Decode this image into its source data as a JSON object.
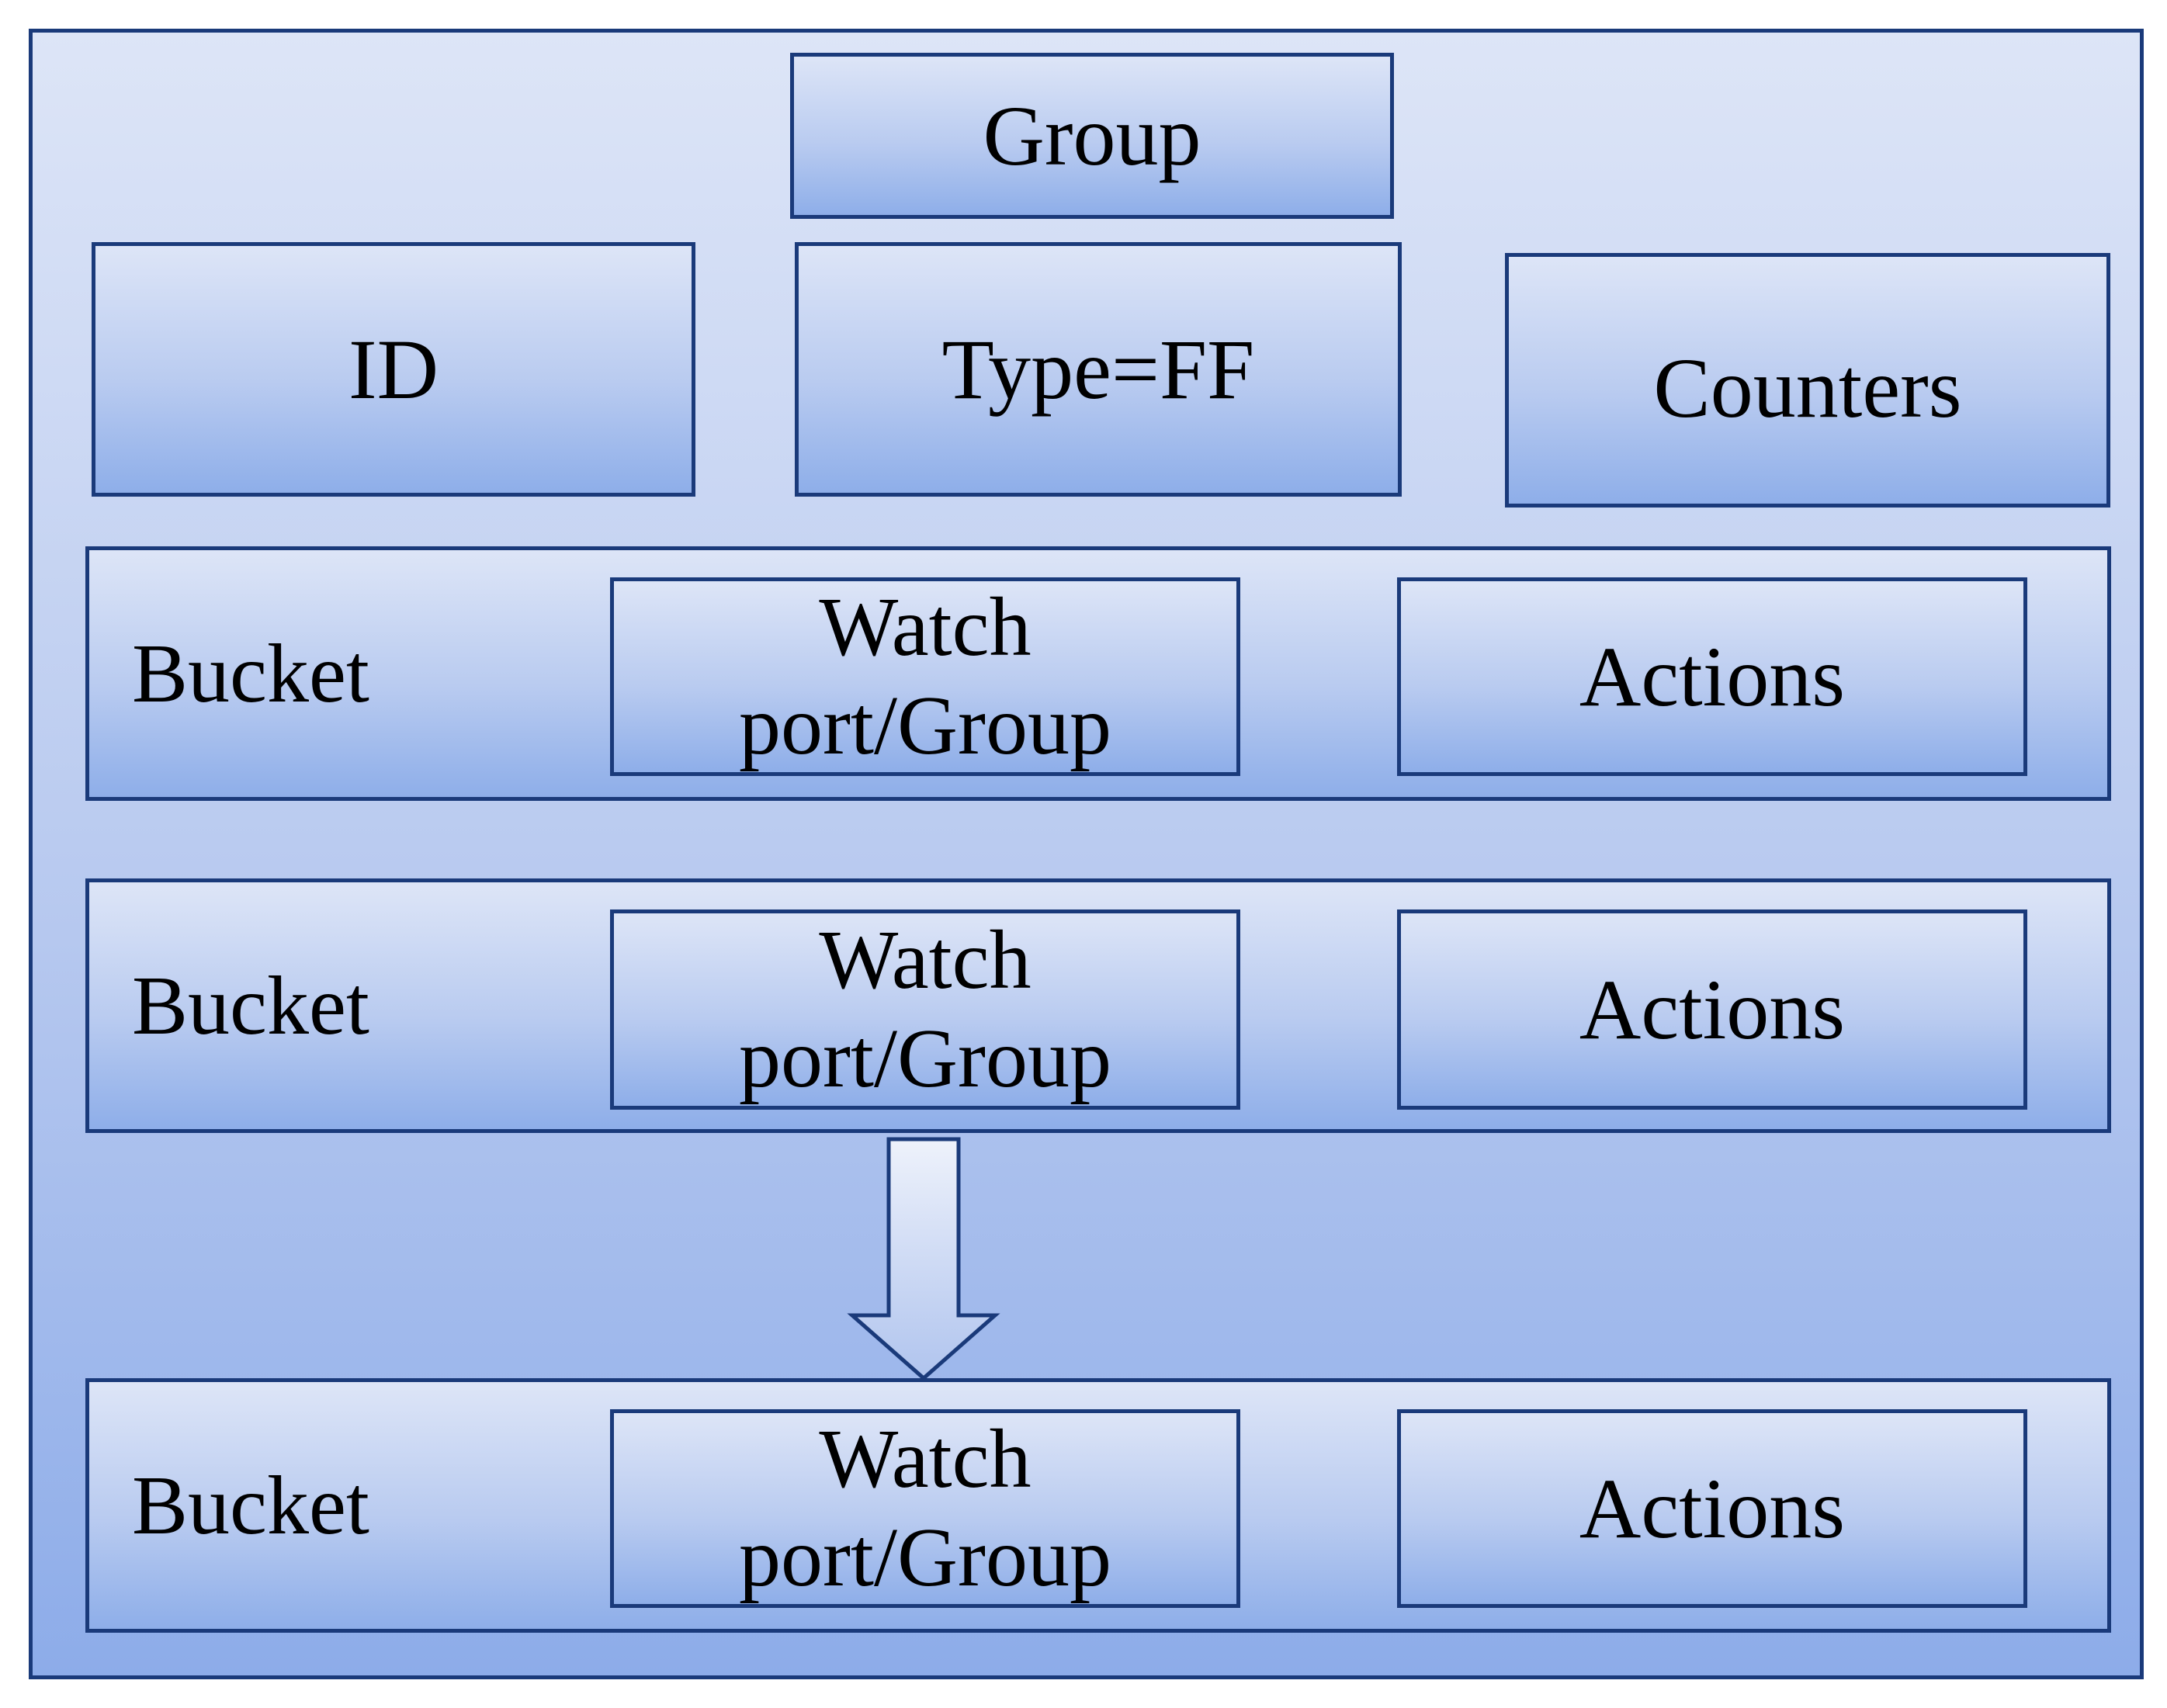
{
  "group": {
    "title": "Group",
    "fields": {
      "id": "ID",
      "type": "Type=FF",
      "counters": "Counters"
    }
  },
  "buckets": [
    {
      "label": "Bucket",
      "watch": "Watch\nport/Group",
      "actions": "Actions"
    },
    {
      "label": "Bucket",
      "watch": "Watch\nport/Group",
      "actions": "Actions"
    },
    {
      "label": "Bucket",
      "watch": "Watch\nport/Group",
      "actions": "Actions"
    }
  ],
  "colors": {
    "border": "#1a3a7a",
    "fill_top": "#dde5f7",
    "fill_bottom": "#8eaee9"
  },
  "icons": {
    "failover_arrow": "down-arrow-icon"
  }
}
